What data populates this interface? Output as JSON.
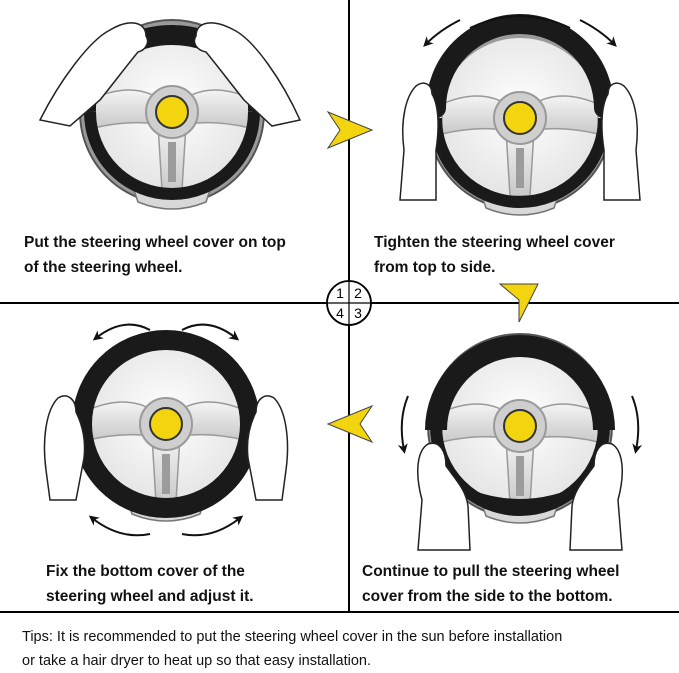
{
  "steps": [
    {
      "number": "1",
      "caption_line1": "Put the steering wheel cover on top",
      "caption_line2": "of the steering wheel."
    },
    {
      "number": "2",
      "caption_line1": "Tighten the steering wheel cover",
      "caption_line2": "from top to side."
    },
    {
      "number": "3",
      "caption_line1": "Continue to pull the steering wheel",
      "caption_line2": "cover from the  side to the bottom."
    },
    {
      "number": "4",
      "caption_line1": "Fix the bottom cover of the",
      "caption_line2": "steering wheel and adjust it."
    }
  ],
  "tips": {
    "line1": "Tips: It is recommended to put the steering wheel cover in the sun before installation",
    "line2": "or take a hair dryer to heat up so that easy installation."
  },
  "colors": {
    "hub_yellow": "#f2d40f",
    "cover_black": "#1a1a1a",
    "arrow_yellow": "#f2d40f",
    "divider": "#000000"
  },
  "icons": [
    "steering-wheel-icon",
    "hand-icon",
    "rotation-arrow-icon",
    "direction-arrow-icon",
    "step-number-badge"
  ]
}
